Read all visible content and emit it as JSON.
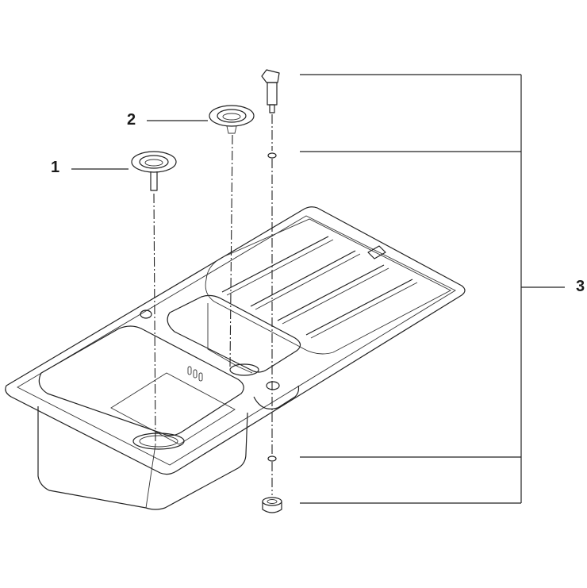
{
  "diagram": {
    "callouts": [
      {
        "id": "1",
        "label": "1"
      },
      {
        "id": "2",
        "label": "2"
      },
      {
        "id": "3",
        "label": "3"
      }
    ],
    "colors": {
      "line": "#222222",
      "background": "#ffffff"
    }
  }
}
